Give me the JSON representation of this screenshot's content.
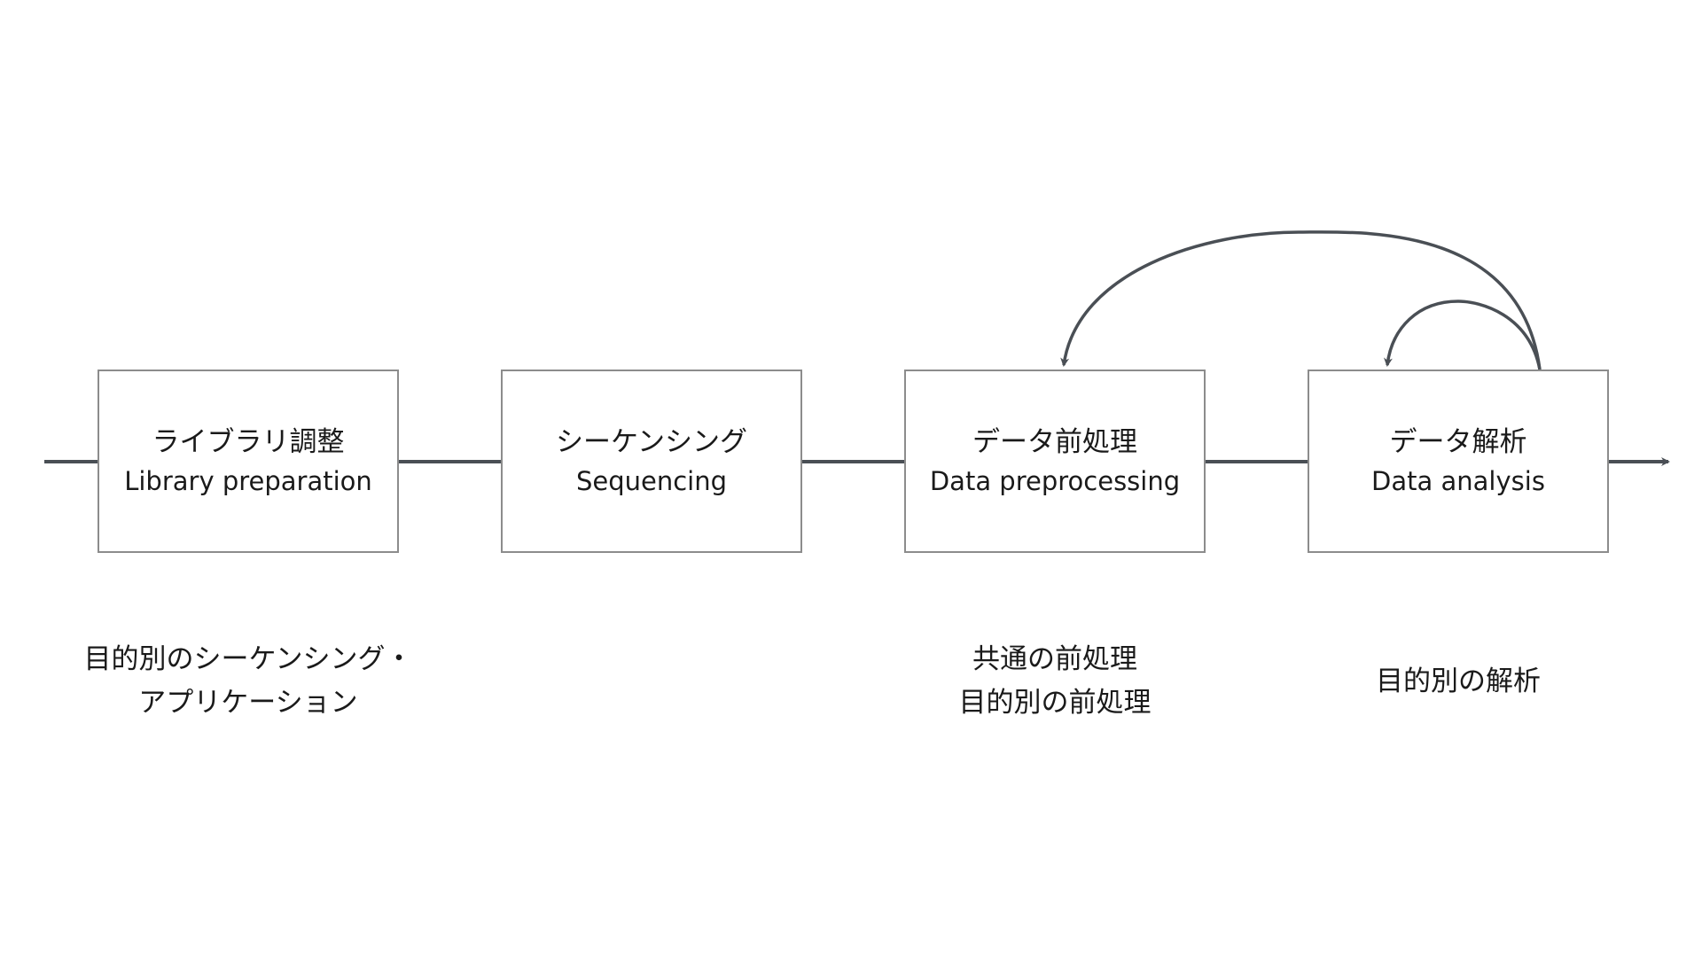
{
  "colors": {
    "line": "#4a4f55",
    "box_border": "#8c8c8c",
    "text": "#1a1a1a",
    "background": "#ffffff"
  },
  "steps": [
    {
      "jp": "ライブラリ調整",
      "en": "Library preparation"
    },
    {
      "jp": "シーケンシング",
      "en": "Sequencing"
    },
    {
      "jp": "データ前処理",
      "en": "Data preprocessing"
    },
    {
      "jp": "データ解析",
      "en": "Data analysis"
    }
  ],
  "notes": [
    {
      "lines": [
        "目的別のシーケンシング・",
        "アプリケーション"
      ]
    },
    {
      "lines": [
        "共通の前処理",
        "目的別の前処理"
      ]
    },
    {
      "lines": [
        "目的別の解析"
      ]
    }
  ],
  "feedback_loops": [
    {
      "from": "Data analysis",
      "to": "Data preprocessing"
    },
    {
      "from": "Data analysis",
      "to": "Data analysis"
    }
  ]
}
